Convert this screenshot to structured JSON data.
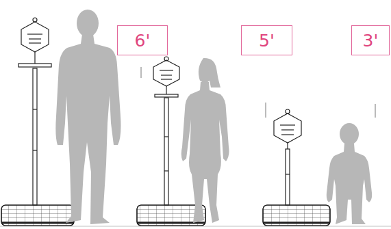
{
  "diagram": {
    "nodes": [
      {
        "text": [
          "6'"
        ]
      },
      {
        "text": [
          "5'"
        ]
      },
      {
        "text": [
          "3'"
        ]
      }
    ]
  }
}
